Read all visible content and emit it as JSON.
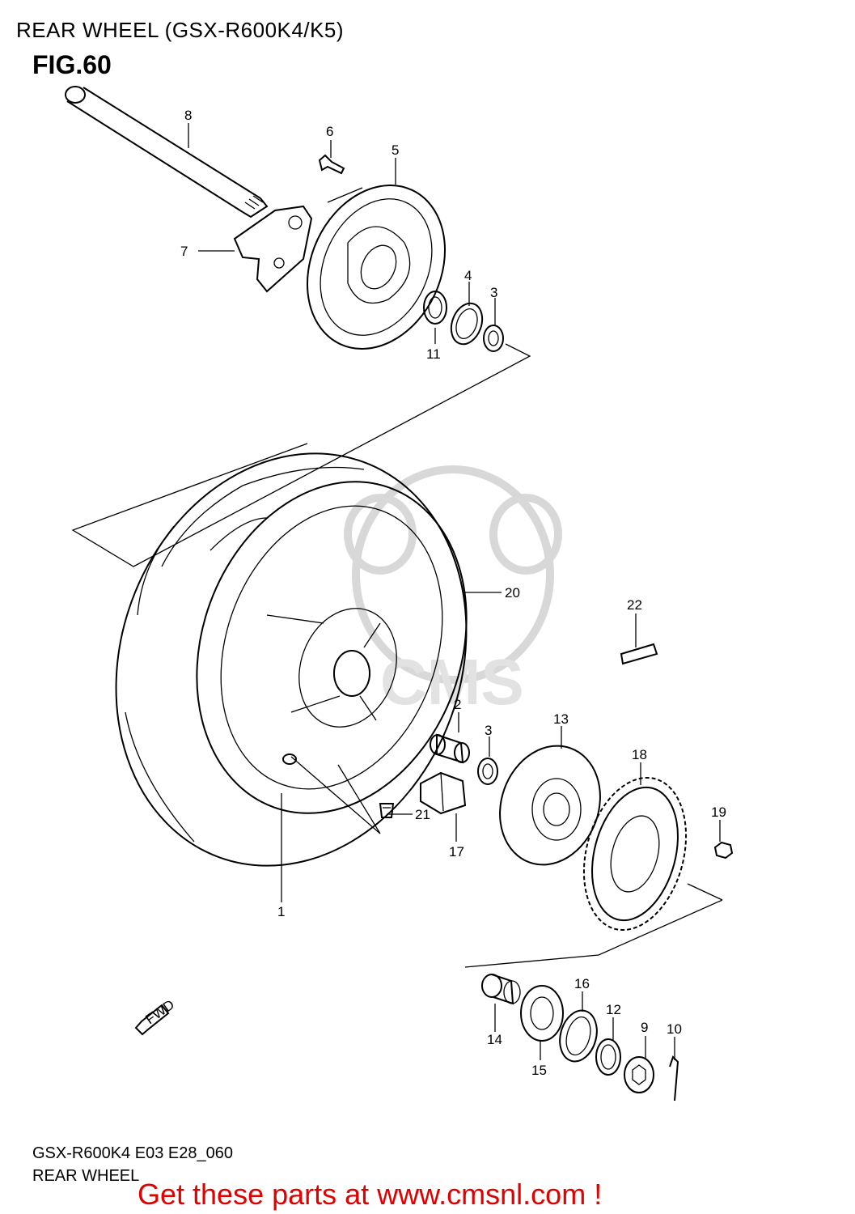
{
  "header": {
    "title": "REAR WHEEL (GSX-R600K4/K5)"
  },
  "figure": {
    "label": "FIG.60"
  },
  "watermark": {
    "text": "CMS"
  },
  "fwd_marker": {
    "text": "FWD"
  },
  "callouts": [
    "1",
    "2",
    "3",
    "3",
    "4",
    "5",
    "6",
    "7",
    "8",
    "9",
    "10",
    "11",
    "12",
    "13",
    "14",
    "15",
    "16",
    "17",
    "18",
    "19",
    "20",
    "21",
    "22"
  ],
  "footer": {
    "code": "GSX-R600K4 E03 E28_060",
    "name": "REAR WHEEL"
  },
  "promo": {
    "text": "Get these parts at www.cmsnl.com !",
    "color": "#e00000"
  }
}
